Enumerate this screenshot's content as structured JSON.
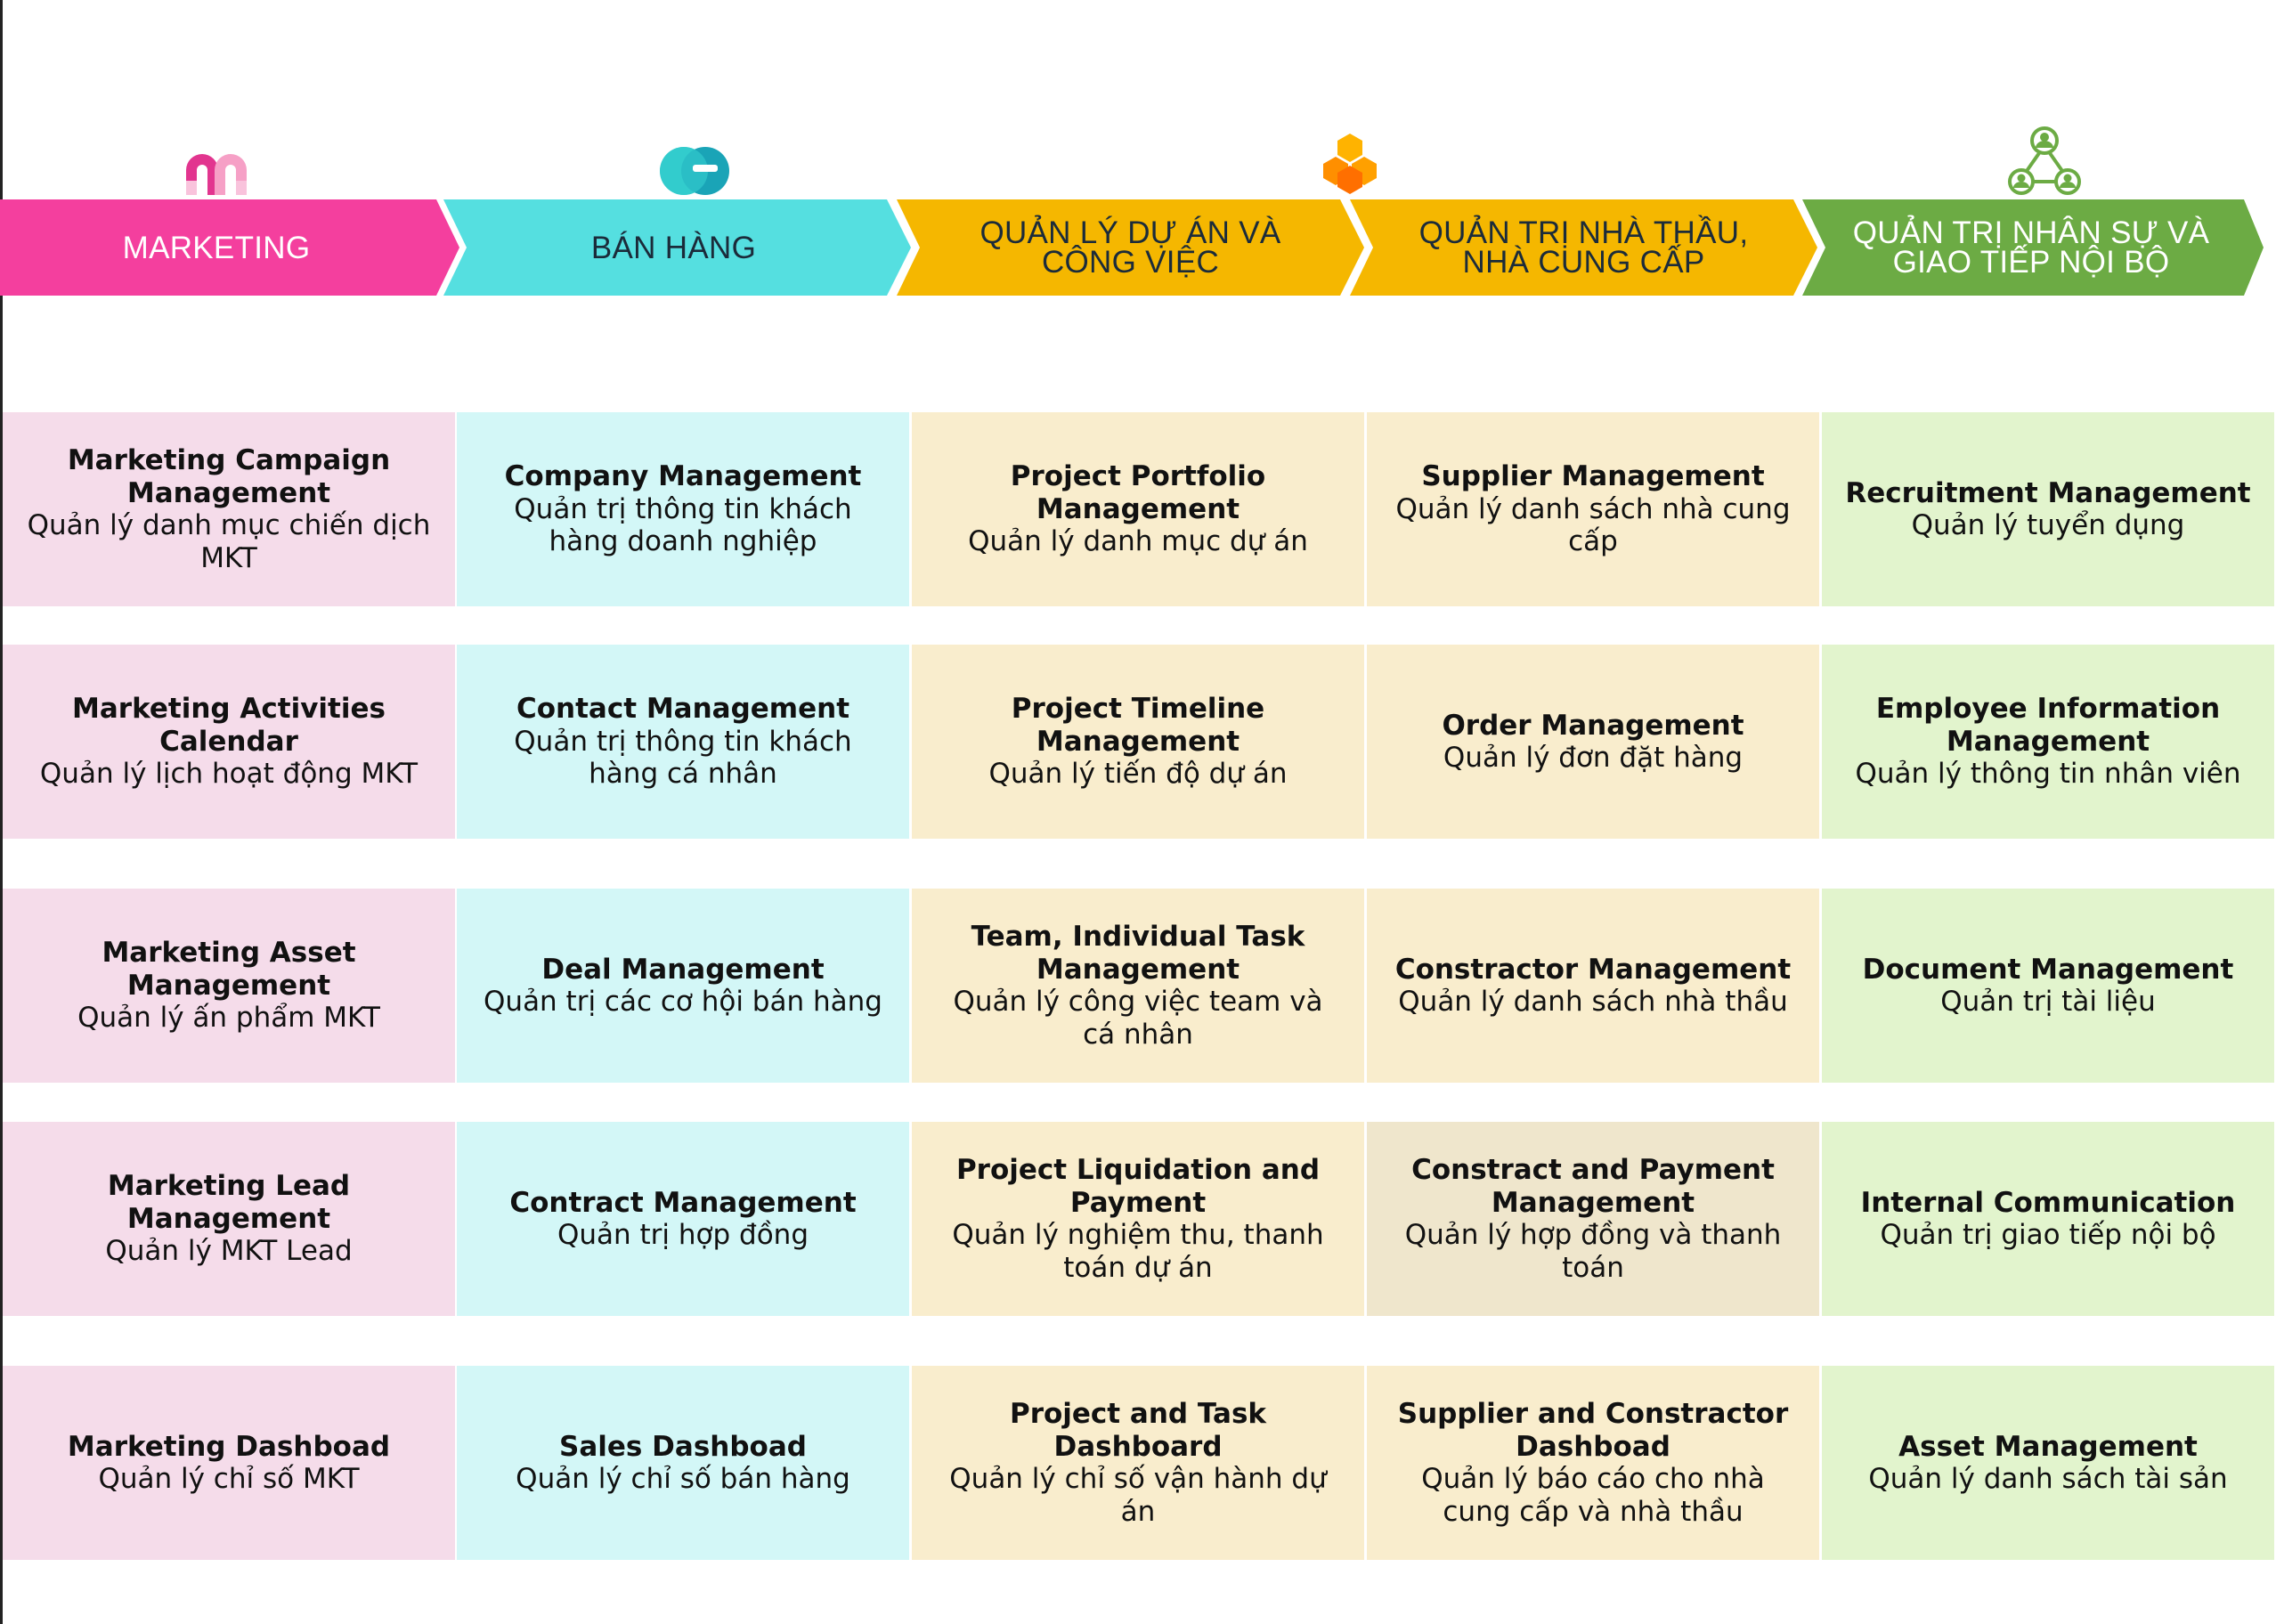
{
  "columns": [
    {
      "header": "MARKETING",
      "header_color": "#f43f9e",
      "header_text_color": "#ffffff",
      "icon": "m-logo-icon",
      "cell_color": "#f5dcea",
      "items": [
        {
          "title": "Marketing Campaign Management",
          "subtitle": "Quản lý danh mục chiến dịch MKT"
        },
        {
          "title": "Marketing Activities Calendar",
          "subtitle": "Quản lý lịch hoạt động MKT"
        },
        {
          "title": "Marketing Asset Management",
          "subtitle": "Quản lý ấn phẩm MKT"
        },
        {
          "title": "Marketing Lead Management",
          "subtitle": "Quản lý MKT Lead"
        },
        {
          "title": "Marketing Dashboad",
          "subtitle": "Quản lý chỉ số MKT"
        }
      ]
    },
    {
      "header": "BÁN HÀNG",
      "header_color": "#55dfe0",
      "header_text_color": "#1b2b3a",
      "icon": "circle-e-logo-icon",
      "cell_color": "#d3f7f7",
      "items": [
        {
          "title": "Company  Management",
          "subtitle": "Quản trị thông tin khách hàng doanh nghiệp"
        },
        {
          "title": "Contact Management",
          "subtitle": "Quản trị thông tin khách hàng cá nhân"
        },
        {
          "title": "Deal Management",
          "subtitle": "Quản trị các cơ hội bán hàng"
        },
        {
          "title": "Contract Management",
          "subtitle": "Quản trị hợp đồng"
        },
        {
          "title": "Sales Dashboad",
          "subtitle": "Quản lý chỉ số bán hàng"
        }
      ]
    },
    {
      "header": "QUẢN LÝ DỰ ÁN VÀ CÔNG VIỆC",
      "header_color": "#f5b700",
      "header_text_color": "#1b2b3a",
      "icon": "hexagon-cluster-icon",
      "cell_color": "#f9edcd",
      "items": [
        {
          "title": "Project Portfolio Management",
          "subtitle": "Quản lý danh mục dự án"
        },
        {
          "title": "Project Timeline Management",
          "subtitle": "Quản lý tiến độ dự án"
        },
        {
          "title": "Team, Individual Task Management",
          "subtitle": "Quản lý công việc team và cá nhân"
        },
        {
          "title": "Project Liquidation and Payment",
          "subtitle": "Quản lý nghiệm thu, thanh toán dự án"
        },
        {
          "title": "Project and Task Dashboard",
          "subtitle": "Quản lý chỉ số vận hành dự án"
        }
      ]
    },
    {
      "header": "QUẢN TRỊ NHÀ THẦU, NHÀ CUNG CẤP",
      "header_color": "#f5b700",
      "header_text_color": "#1b2b3a",
      "icon": "",
      "cell_color": "#f9edcd",
      "cell_color_alt": "#efe6cc",
      "items": [
        {
          "title": "Supplier Management",
          "subtitle": "Quản lý danh sách nhà cung cấp"
        },
        {
          "title": "Order Management",
          "subtitle": "Quản lý đơn đặt hàng"
        },
        {
          "title": "Constractor Management",
          "subtitle": "Quản lý danh sách nhà thầu"
        },
        {
          "title": "Constract and Payment Management",
          "subtitle": "Quản lý hợp đồng và thanh toán"
        },
        {
          "title": "Supplier and Constractor Dashboad",
          "subtitle": "Quản lý báo cáo cho nhà cung cấp và nhà thầu"
        }
      ]
    },
    {
      "header": "QUẢN TRỊ NHÂN SỰ VÀ GIAO TIẾP NỘI BỘ",
      "header_color": "#6cab44",
      "header_text_color": "#ffffff",
      "icon": "people-network-icon",
      "cell_color": "#e2f4cd",
      "items": [
        {
          "title": "Recruitment Management",
          "subtitle": "Quản lý tuyển dụng"
        },
        {
          "title": "Employee Information Management",
          "subtitle": "Quản lý thông tin nhân viên"
        },
        {
          "title": "Document Management",
          "subtitle": "Quản trị tài liệu"
        },
        {
          "title": "Internal Communication",
          "subtitle": "Quản trị giao tiếp nội bộ"
        },
        {
          "title": "Asset Management",
          "subtitle": "Quản lý danh sách tài sản"
        }
      ]
    }
  ]
}
